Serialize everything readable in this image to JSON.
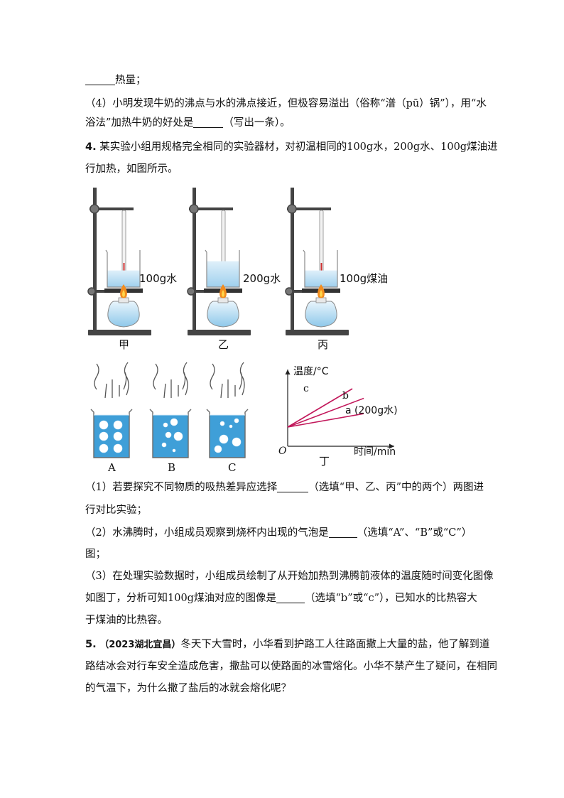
{
  "lines": {
    "l1_tail": "热量；",
    "l2": "（4）小明发现牛奶的沸点与水的沸点接近，但极容易溢出（俗称“潽（pū）锅”），用“水",
    "l3_a": "浴法”加热牛奶的好处是",
    "l3_b": "（写出一条）。",
    "q4_num": "4.",
    "q4_text": " 某实验小组用规格完全相同的实验器材，对初温相同的100g水，200g水、100g煤油进",
    "q4_cont": "行加热，如图所示。",
    "p1_a": "（1）若要探究不同物质的吸热差异应选择",
    "p1_b": "（选填“甲、乙、丙”中的两个）两图进",
    "p1_cont": "行对比实验；",
    "p2_a": "（2）水沸腾时，小组成员观察到烧杯内出现的气泡是",
    "p2_b": "（选填“A”、“B”或“C”）",
    "p2_cont": "图；",
    "p3": "（3）在处理实验数据时，小组成员绘制了从开始加热到沸腾前液体的温度随时间变化图像",
    "p3_cont_a": "如图丁，分析可知100g煤油对应的图像是",
    "p3_cont_b": "（选填“b”或“c”），已知水的比热容大",
    "p3_cont2": "于煤油的比热容。",
    "q5_num": "5.",
    "q5_src": "（2023湖北宜昌）",
    "q5_text": "冬天下大雪时，小华看到护路工人往路面撒上大量的盐，他了解到道",
    "q5_cont": "路结冰会对行车安全造成危害，撒盐可以使路面的冰雪熔化。小华不禁产生了疑问，在相同",
    "q5_cont2": "的气温下，为什么撒了盐后的冰就会熔化呢？"
  },
  "apparatus": [
    {
      "label": "100g水",
      "caption": "甲",
      "fill_level": 0.45
    },
    {
      "label": "200g水",
      "caption": "乙",
      "fill_level": 0.7
    },
    {
      "label": "100g煤油",
      "caption": "丙",
      "fill_level": 0.45
    }
  ],
  "beakers": [
    {
      "caption": "A"
    },
    {
      "caption": "B"
    },
    {
      "caption": "C"
    }
  ],
  "colors": {
    "water": "#3f9fd8",
    "water_light": "#bfe0f2",
    "stand": "#444444",
    "flame": "#f28c1e",
    "line_chart": "#c2185b",
    "text": "#111111"
  },
  "chart_data": {
    "type": "line",
    "title": "丁",
    "xlabel": "时间/min",
    "ylabel": "温度/°C",
    "origin_label": "O",
    "series": [
      {
        "name": "a (200g水)",
        "x": [
          0,
          1
        ],
        "y": [
          0,
          0.35
        ]
      },
      {
        "name": "b",
        "x": [
          0,
          1
        ],
        "y": [
          0,
          0.75
        ]
      },
      {
        "name": "c",
        "x": [
          0,
          0.85
        ],
        "y": [
          0,
          1.0
        ]
      }
    ],
    "xlim": [
      0,
      1.4
    ],
    "ylim": [
      -0.5,
      1.5
    ],
    "grid": false
  }
}
